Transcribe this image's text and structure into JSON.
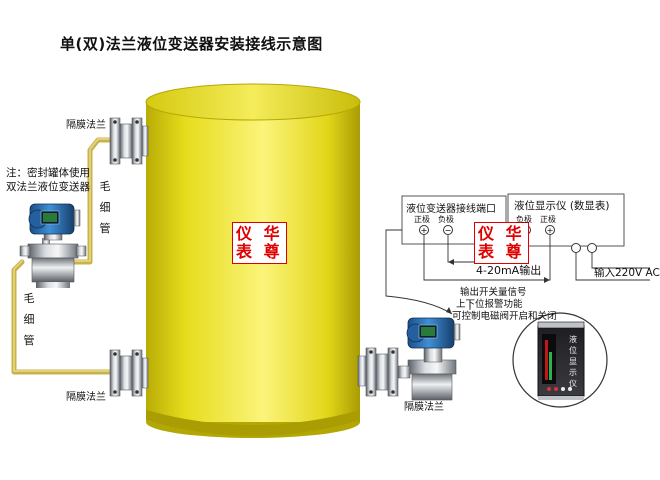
{
  "title": "单(双)法兰液位变送器安装接线示意图",
  "note": {
    "line1": "注：密封罐体使用",
    "line2": "双法兰液位变送器"
  },
  "flange_top_left": "隔膜法兰",
  "flange_bottom_left": "隔膜法兰",
  "flange_bottom_right": "隔膜法兰",
  "capillary_upper": [
    "毛",
    "细",
    "管"
  ],
  "capillary_lower": [
    "毛",
    "细",
    "管"
  ],
  "watermark": {
    "line1": "仪 华",
    "line2": "表 尊"
  },
  "terminal_box": {
    "title": "液位变送器接线端口",
    "pos": "正极",
    "neg": "负极"
  },
  "display_box": {
    "title": "液位显示仪 (数显表)",
    "neg": "负极",
    "pos": "正极"
  },
  "signal_label": "4-20mA输出",
  "power_label": "输入220V AC",
  "switch_note": {
    "line1": "输出开关量信号",
    "line2": "上下位报警功能",
    "line3": "可控制电磁阀开启和关闭"
  },
  "meter_label": [
    "液",
    "位",
    "显",
    "示",
    "仪"
  ],
  "colors": {
    "tank": "#e6dc1c",
    "capillary": "#c8b24a",
    "transmitter": "#2f7fc4",
    "watermark": "#e00000"
  }
}
